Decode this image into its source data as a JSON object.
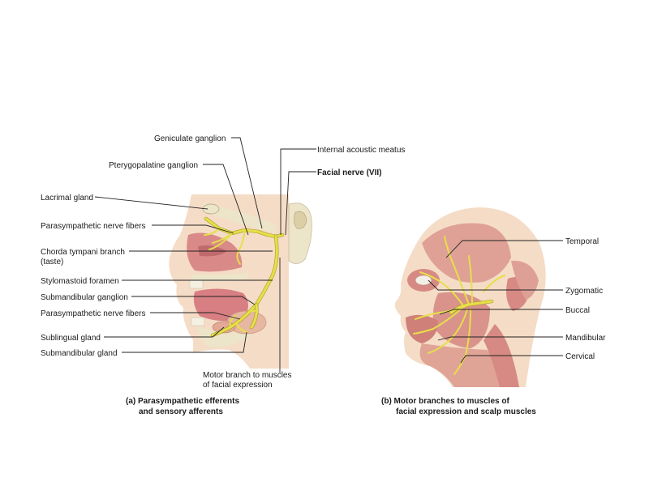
{
  "panel_a": {
    "labels": {
      "geniculate_ganglion": "Geniculate ganglion",
      "pterygopalatine_ganglion": "Pterygopalatine ganglion",
      "lacrimal_gland": "Lacrimal gland",
      "parasympathetic_fibers_upper": "Parasympathetic nerve fibers",
      "chorda_tympani_line1": "Chorda tympani branch",
      "chorda_tympani_line2": "(taste)",
      "stylomastoid_foramen": "Stylomastoid foramen",
      "submandibular_ganglion": "Submandibular ganglion",
      "parasympathetic_fibers_lower": "Parasympathetic nerve fibers",
      "sublingual_gland": "Sublingual gland",
      "submandibular_gland": "Submandibular gland",
      "internal_acoustic_meatus": "Internal acoustic meatus",
      "facial_nerve": "Facial nerve (VII)",
      "motor_branch_line1": "Motor branch to muscles",
      "motor_branch_line2": "of facial expression"
    },
    "caption": {
      "line1": "(a) Parasympathetic efferents",
      "line2": "and sensory afferents"
    }
  },
  "panel_b": {
    "labels": {
      "temporal": "Temporal",
      "zygomatic": "Zygomatic",
      "buccal": "Buccal",
      "mandibular": "Mandibular",
      "cervical": "Cervical"
    },
    "caption": {
      "line1": "(b) Motor branches to muscles of",
      "line2": "facial expression and scalp muscles"
    }
  },
  "colors": {
    "skin": "#f5dcc6",
    "muscle": "#d9938a",
    "nerve": "#e6df4a",
    "bone": "#ece5c9"
  }
}
